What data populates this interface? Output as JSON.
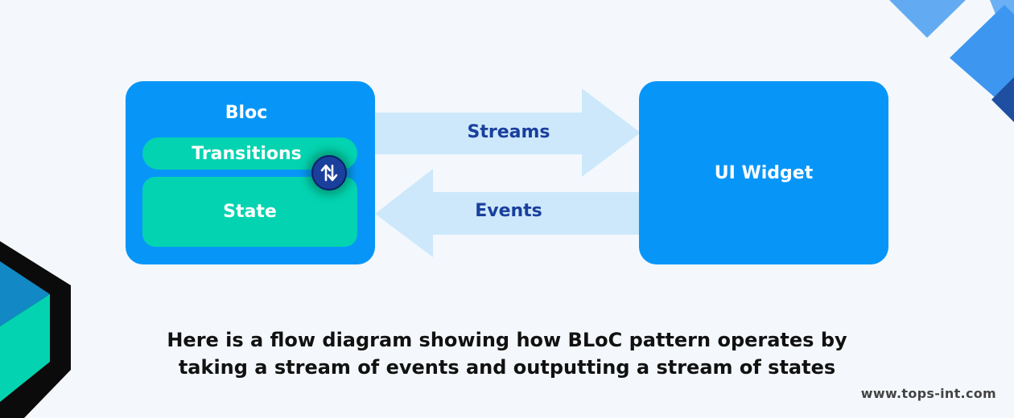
{
  "diagram": {
    "bloc": {
      "title": "Bloc",
      "transitions": "Transitions",
      "state": "State"
    },
    "ui_widget": "UI Widget",
    "arrows": {
      "streams": "Streams",
      "events": "Events"
    }
  },
  "caption": {
    "line1": "Here is a flow diagram showing how BLoC pattern operates by",
    "line2": "taking a stream of events and outputting a stream of states"
  },
  "website": "www.tops-int.com",
  "colors": {
    "background": "#f4f8fc",
    "box_blue": "#0796f8",
    "teal": "#03d3b0",
    "navy": "#1a3f9c",
    "arrow": "#cde8fb"
  }
}
